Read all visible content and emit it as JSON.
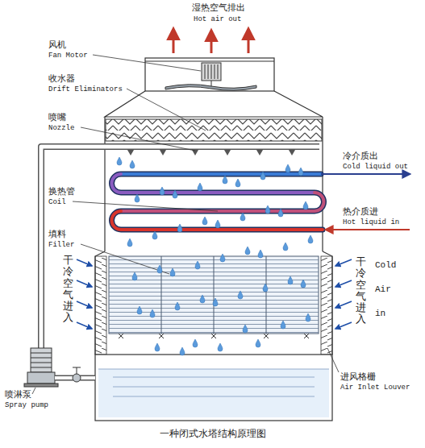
{
  "diagram": {
    "caption": "一种闭式水塔结构原理图",
    "labels": [
      "湿热空气排出",
      "Hot air out",
      "风机",
      "Fan Motor",
      "收水器",
      "Drift Eliminators",
      "喷嘴",
      "Nozzle",
      "冷介质出",
      "Cold liquid out",
      "换热管",
      "Coil",
      "热介质进",
      "Hot liquid in",
      "填料",
      "Filler",
      "干冷空气进入",
      "干冷空气进入",
      "Cold Air in",
      "喷淋泵",
      "Spray pump",
      "进风格栅",
      "Air Inlet Louver"
    ]
  }
}
